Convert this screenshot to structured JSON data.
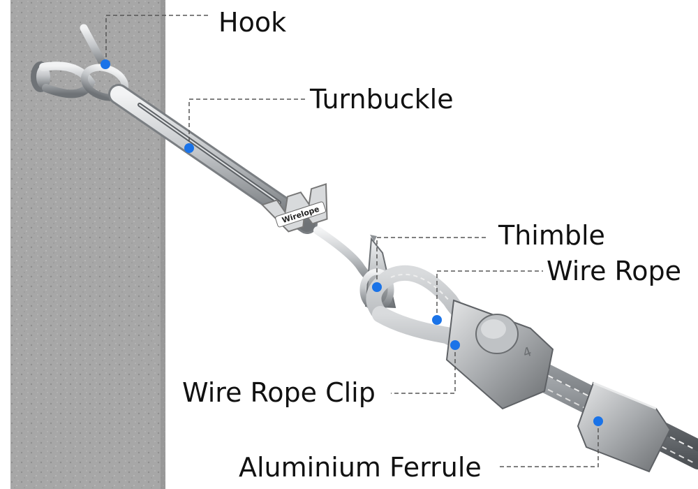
{
  "labels": {
    "hook": "Hook",
    "turnbuckle": "Turnbuckle",
    "thimble": "Thimble",
    "wire_rope": "Wire Rope",
    "wire_rope_clip": "Wire Rope Clip",
    "aluminium_ferrule": "Aluminium Ferrule"
  },
  "logo_text": "Wirelope",
  "clip_marking": "4",
  "colors": {
    "marker": "#1a73e8",
    "wall": "#a9a9a9",
    "steel": "#b8bcc0",
    "leader_line": "#555555",
    "label_text": "#111111"
  }
}
